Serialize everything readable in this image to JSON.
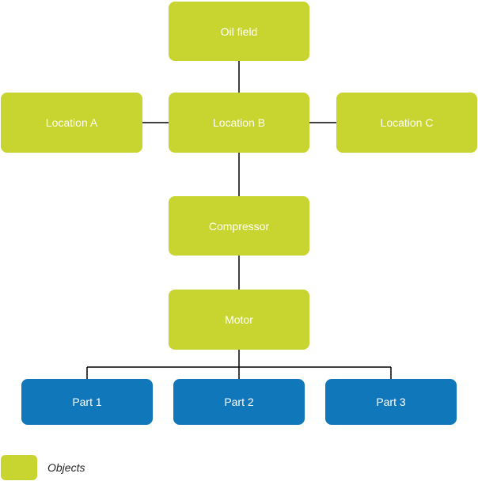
{
  "colors": {
    "object_node": "#c8d42f",
    "part_node": "#1177bb",
    "connector": "#000000",
    "node_text": "#ffffff"
  },
  "nodes": {
    "oil_field": "Oil field",
    "location_a": "Location A",
    "location_b": "Location B",
    "location_c": "Location C",
    "compressor": "Compressor",
    "motor": "Motor",
    "part_1": "Part 1",
    "part_2": "Part 2",
    "part_3": "Part 3"
  },
  "legend": {
    "label": "Objects"
  }
}
